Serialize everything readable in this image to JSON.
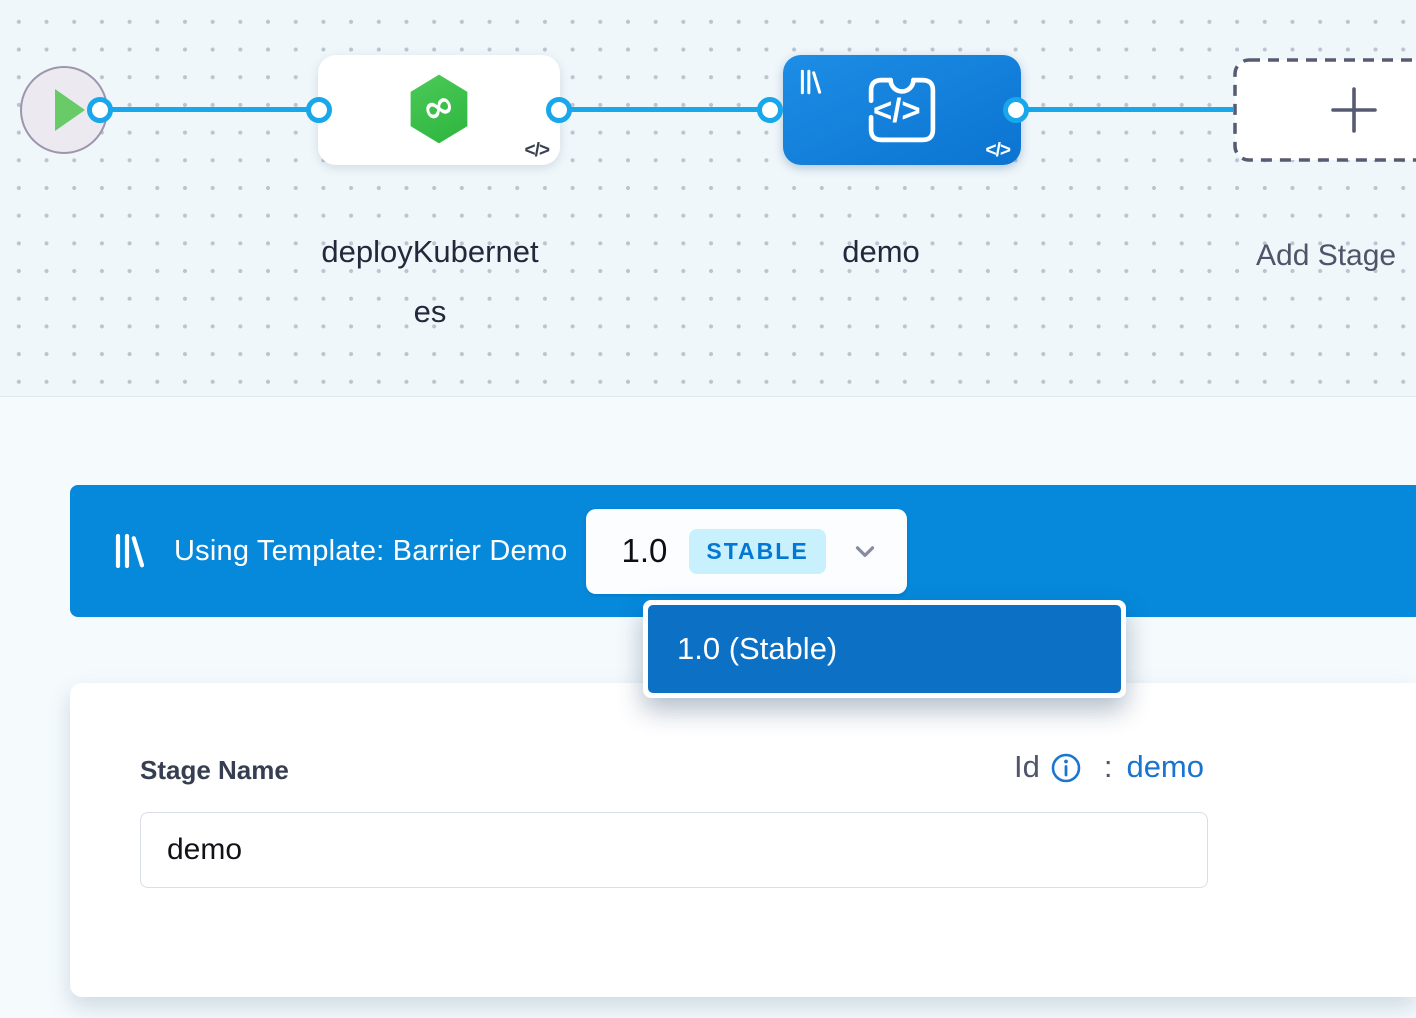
{
  "pipeline_canvas": {
    "start_node": {
      "icon": "play-icon"
    },
    "stages": [
      {
        "label": "deployKubernetes",
        "icon": "deploy-hexagon-icon",
        "code_badge": "</>"
      },
      {
        "label": "demo",
        "icon": "custom-stage-icon",
        "template_icon": "template-library-icon",
        "code_badge": "</>"
      }
    ],
    "add_stage": {
      "label": "Add Stage",
      "icon": "plus-icon"
    }
  },
  "template_bar": {
    "icon": "template-library-icon",
    "text": "Using Template: Barrier Demo",
    "version_selector": {
      "version": "1.0",
      "badge": "STABLE",
      "icon": "chevron-down-icon"
    }
  },
  "version_dropdown": {
    "items": [
      {
        "label": "1.0 (Stable)",
        "selected": true
      }
    ]
  },
  "stage_form": {
    "name_label": "Stage Name",
    "name_value": "demo",
    "id_label": "Id",
    "id_separator": ":",
    "id_value": "demo",
    "info_icon": "info-icon"
  },
  "colors": {
    "connector_blue": "#17a7ea",
    "banner_blue": "#0689db",
    "dropdown_item_blue": "#0c70c5",
    "stable_badge_bg": "#c9f0fd",
    "stable_badge_text": "#0277d4",
    "link_blue": "#1a73cf",
    "hexagon_green": "#3fc14b",
    "play_green": "#68cb68",
    "canvas_bg": "#f0f7fb",
    "label_dark": "#23283b"
  }
}
